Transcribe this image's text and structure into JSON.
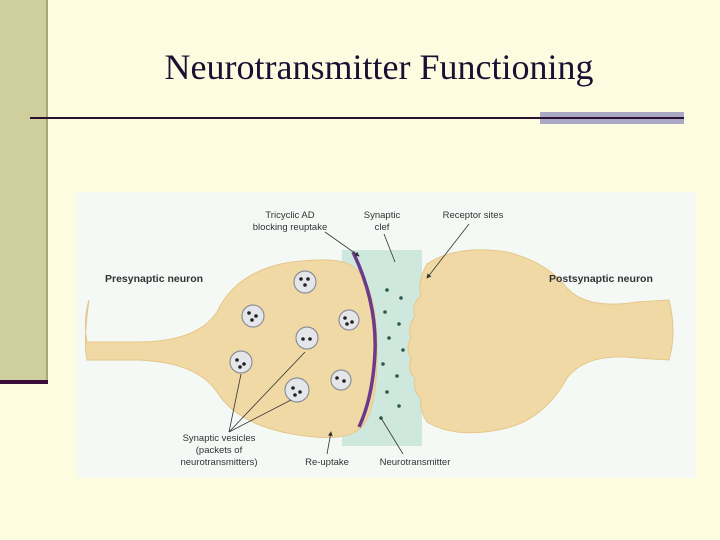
{
  "slide": {
    "title": "Neurotransmitter Functioning"
  },
  "diagram": {
    "labels": {
      "tricyclic_line1": "Tricyclic AD",
      "tricyclic_line2": "blocking reuptake",
      "cleft_line1": "Synaptic",
      "cleft_line2": "clef",
      "receptor_sites": "Receptor sites",
      "presynaptic": "Presynaptic neuron",
      "postsynaptic": "Postsynaptic neuron",
      "vesicles_line1": "Synaptic vesicles",
      "vesicles_line2": "(packets of",
      "vesicles_line3": "neurotransmitters)",
      "reuptake": "Re-uptake",
      "neurotransmitter": "Neurotransmitter"
    },
    "colors": {
      "background": "#fdfbe0",
      "neuron": "#f1d9a6",
      "cleft": "#cfe8de",
      "blocker": "#6b3a8a",
      "vesicle": "#e4e6ea"
    }
  }
}
